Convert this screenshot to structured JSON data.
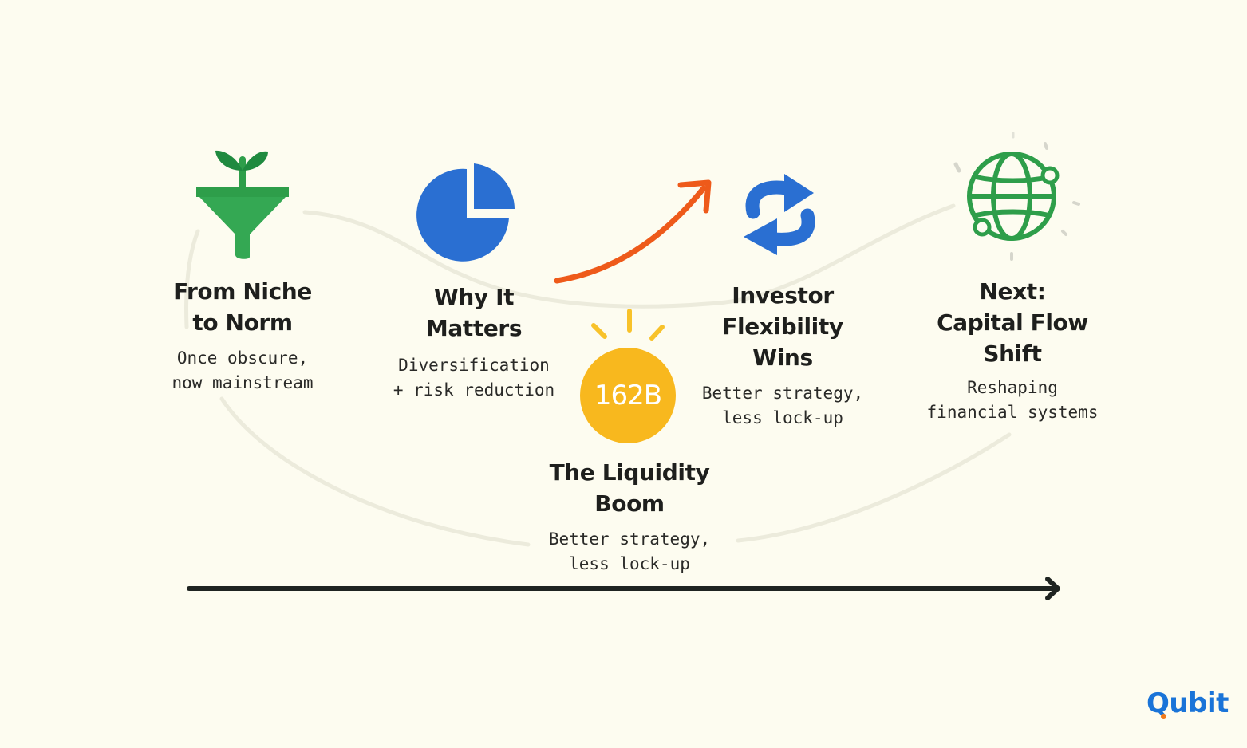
{
  "colors": {
    "background": "#fdfcf0",
    "green": "#2e9e4a",
    "blue": "#2a6fd2",
    "orange": "#ee5a1a",
    "yellow": "#f8b81e",
    "text": "#1e1f1d",
    "brand": "#1a74d8"
  },
  "steps": [
    {
      "icon": "funnel-sprout-icon",
      "title_lines": [
        "From Niche",
        "to Norm"
      ],
      "desc_lines": [
        "Once obscure,",
        "now mainstream"
      ]
    },
    {
      "icon": "pie-chart-icon",
      "title_lines": [
        "Why It",
        "Matters"
      ],
      "desc_lines": [
        "Diversification",
        "+ risk reduction"
      ]
    },
    {
      "icon": "sun-badge-icon",
      "badge": "162B",
      "title_lines": [
        "The Liquidity",
        "Boom"
      ],
      "desc_lines": [
        "Better strategy,",
        "less lock-up"
      ]
    },
    {
      "icon": "exchange-arrows-icon",
      "title_lines": [
        "Investor",
        "Flexibility",
        "Wins"
      ],
      "desc_lines": [
        "Better strategy,",
        "less lock-up"
      ]
    },
    {
      "icon": "globe-icon",
      "title_lines": [
        "Next:",
        "Capital Flow",
        "Shift"
      ],
      "desc_lines": [
        "Reshaping",
        "financial systems"
      ]
    }
  ],
  "brand": {
    "name": "Qubit"
  }
}
